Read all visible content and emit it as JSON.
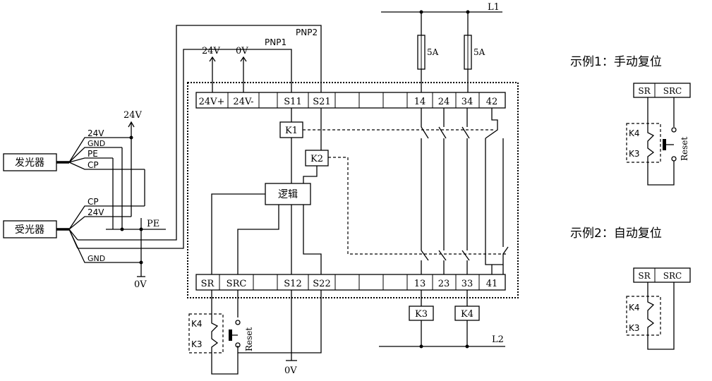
{
  "terminals_top": [
    "24V+",
    "24V-",
    "S11",
    "S21",
    "14",
    "24",
    "34",
    "42"
  ],
  "terminals_bottom": [
    "SR",
    "SRC",
    "S12",
    "S22",
    "13",
    "23",
    "33",
    "41"
  ],
  "supply": {
    "plus": "24V",
    "minus": "0V"
  },
  "pnp": {
    "p1": "PNP1",
    "p2": "PNP2"
  },
  "relays": {
    "k1": "K1",
    "k2": "K2",
    "logic": "逻辑",
    "k3": "K3",
    "k4": "K4"
  },
  "fuses": {
    "f1": "5A",
    "f2": "5A"
  },
  "lines": {
    "l1": "L1",
    "l2": "L2"
  },
  "emitter": {
    "name": "发光器",
    "wires": [
      "24V",
      "GND",
      "PE",
      "CP"
    ]
  },
  "receiver": {
    "name": "受光器",
    "wires": [
      "CP",
      "24V",
      "GND"
    ]
  },
  "rails": {
    "v24": "24V",
    "pe": "PE",
    "v0": "0V",
    "v0b": "0V"
  },
  "reset_bottom": {
    "k4": "K4",
    "k3": "K3",
    "label": "Reset"
  },
  "example1": {
    "title": "示例1：手动复位",
    "sr": "SR",
    "src": "SRC",
    "k4": "K4",
    "k3": "K3",
    "label": "Reset"
  },
  "example2": {
    "title": "示例2：自动复位",
    "sr": "SR",
    "src": "SRC",
    "k4": "K4",
    "k3": "K3"
  }
}
